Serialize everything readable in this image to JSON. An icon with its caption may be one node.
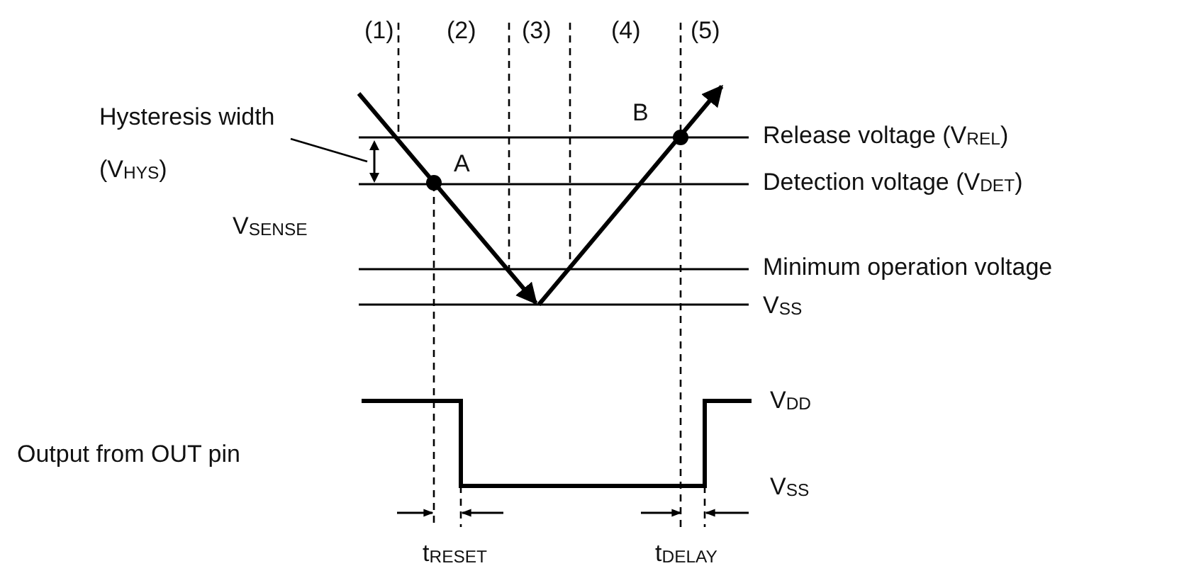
{
  "diagram": {
    "nodes": [
      {
        "text": [
          "Hysteresis width",
          "(V$_{HYS}$)"
        ]
      },
      {
        "text": [],
        "shape": "arrow"
      }
    ],
    "edges": [
      {
        "from": 0,
        "to": 1,
        "arrow": "none"
      }
    ],
    "labels": [
      "(1)",
      "(2)",
      "(3)",
      "(4)",
      "(5)",
      "B",
      "Release voltage (V$_{REL}$)",
      "A",
      "Detection voltage (V$_{DET}$)",
      "V$_{SENSE}$",
      "Minimum operation voltage",
      "V$_{SS}$",
      "V$_{DD}$",
      "Output from OUT pin",
      "V$_{SS}$",
      "t$_{RESET}$",
      "t$_{DELAY}$"
    ]
  }
}
